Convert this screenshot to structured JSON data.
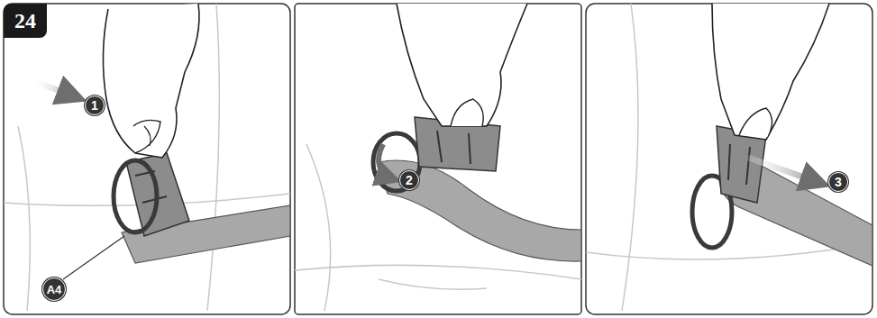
{
  "diagram": {
    "labels": [
      "24",
      "1",
      "2",
      "3",
      "A4"
    ]
  }
}
